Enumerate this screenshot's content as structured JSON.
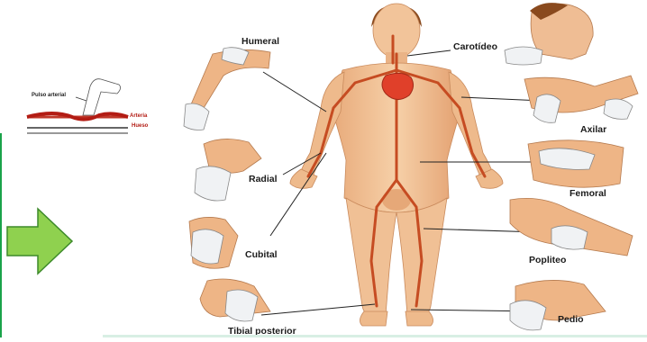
{
  "inset": {
    "pulse_label": "Pulso arterial",
    "artery_label": "Arteria",
    "bone_label": "Hueso"
  },
  "pulse_points": {
    "humeral": "Humeral",
    "carotid": "Carotídeo",
    "axillary": "Axilar",
    "radial": "Radial",
    "femoral": "Femoral",
    "cubital": "Cubital",
    "popliteal": "Popliteo",
    "posterior_tibial": "Tibial posterior",
    "pedal": "Pedio"
  },
  "colors": {
    "skin": "#f2c49a",
    "skin_shade": "#d9956a",
    "artery": "#c64c22",
    "heart": "#e0402a",
    "hair": "#8a4a1e",
    "glove": "#eef0f2",
    "arrow": "#8fd14f",
    "arrow_border": "#3d8a2a",
    "accent_green": "#1aa34a"
  }
}
